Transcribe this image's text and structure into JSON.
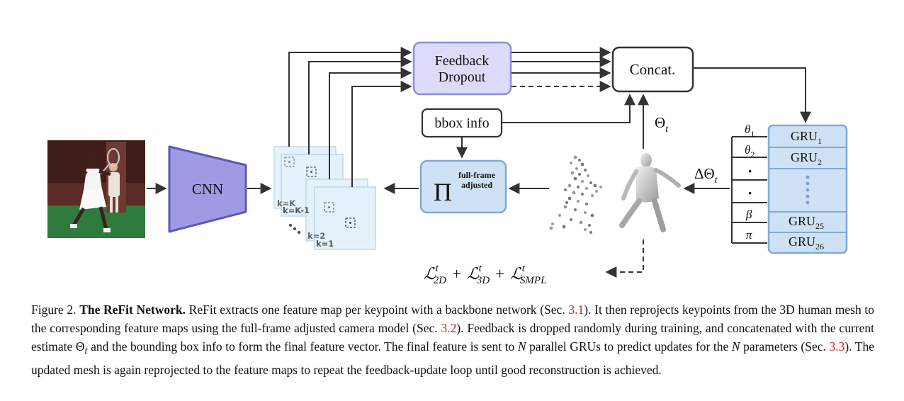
{
  "diagram": {
    "feedback_dropout": [
      "Feedback",
      "Dropout"
    ],
    "concat": "Concat.",
    "bbox_info": "bbox info",
    "cnn": "CNN",
    "projection": {
      "symbol": "Π",
      "sup_line1": "full-frame",
      "sup_line2": "adjusted"
    },
    "theta_t": {
      "base": "Θ",
      "sub": "t"
    },
    "delta_theta_t": {
      "base": "ΔΘ",
      "sub": "t"
    },
    "feature_map_labels": [
      "k=K",
      "k=K-1",
      "k=2",
      "k=1"
    ],
    "param_labels": [
      {
        "base": "θ",
        "sub": "1"
      },
      {
        "base": "θ",
        "sub": "2"
      },
      {
        "base": "·",
        "sub": ""
      },
      {
        "base": "·",
        "sub": ""
      },
      {
        "base": "β",
        "sub": ""
      },
      {
        "base": "π",
        "sub": ""
      }
    ],
    "gru_cells": [
      {
        "base": "GRU",
        "sub": "1"
      },
      {
        "base": "GRU",
        "sub": "2"
      },
      {
        "base": "",
        "sub": ""
      },
      {
        "base": "GRU",
        "sub": "25"
      },
      {
        "base": "GRU",
        "sub": "26"
      }
    ],
    "loss": {
      "terms": [
        {
          "base": "ℒ",
          "sup": "t",
          "sub": "2D"
        },
        {
          "base": "ℒ",
          "sup": "t",
          "sub": "3D"
        },
        {
          "base": "ℒ",
          "sup": "t",
          "sub": "SMPL"
        }
      ],
      "operator": "+"
    }
  },
  "caption": {
    "figure_label": "Figure 2.",
    "title": "The ReFit Network.",
    "seg1": " ReFit extracts one feature map per keypoint with a backbone network (Sec. ",
    "ref1": "3.1",
    "seg2": "). It then reprojects keypoints from the 3D human mesh to the corresponding feature maps using the full-frame adjusted camera model (Sec. ",
    "ref2": "3.2",
    "seg3": "). Feedback is dropped randomly during training, and concatenated with the current estimate ",
    "theta": "Θ",
    "theta_sub": "t",
    "seg4": " and the bounding box info to form the final feature vector. The final feature is sent to ",
    "n1": "N",
    "seg5": " parallel GRUs to predict updates for the ",
    "n2": "N",
    "seg6": " parameters (Sec. ",
    "ref3": "3.3",
    "seg7": "). The updated mesh is again reprojected to the feature maps to repeat the feedback-update loop until good reconstruction is achieved."
  },
  "colors": {
    "purple_fill": "#dcdcfa",
    "purple_stroke": "#8c8cd6",
    "cnn_fill": "#9f9ae3",
    "cnn_stroke": "#5e57b8",
    "blue_fill": "#cfe2f5",
    "blue_stroke": "#7fa9d3",
    "feature_fill": "#e4f2fb",
    "feature_stroke": "#b9d7ea",
    "reference_red": "#d8201e",
    "court_green": "#2f7a3d"
  },
  "icons": [
    "tennis-player-photo",
    "keypoint-cloud",
    "human-mesh-figure"
  ]
}
